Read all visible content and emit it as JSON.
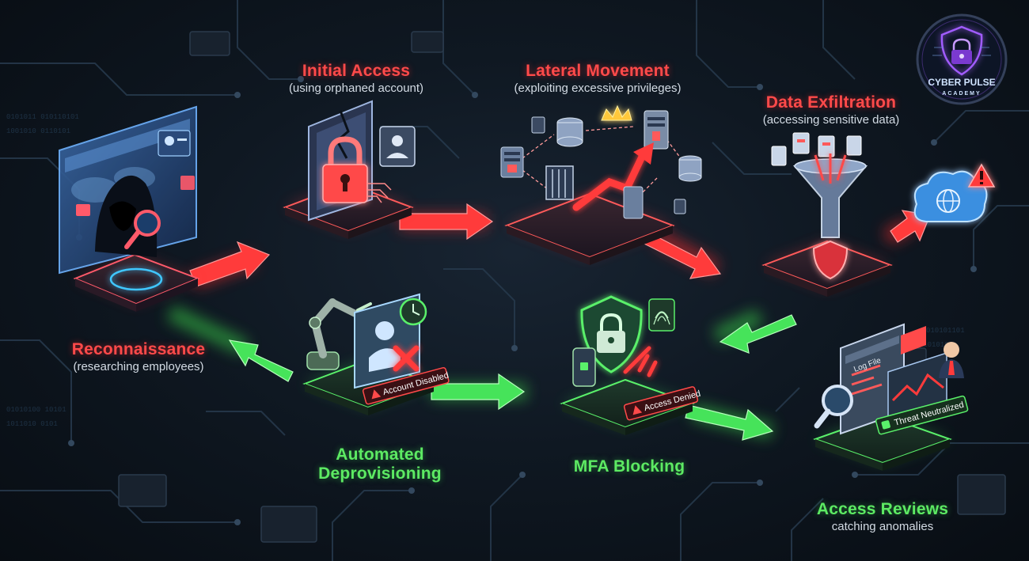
{
  "logo": {
    "line1": "CYBER PULSE",
    "line2": "ACADEMY"
  },
  "attack_path": [
    {
      "id": "reconnaissance",
      "title": "Reconnaissance",
      "subtitle": "(researching employees)"
    },
    {
      "id": "initial-access",
      "title": "Initial Access",
      "subtitle": "(using orphaned account)"
    },
    {
      "id": "lateral-movement",
      "title": "Lateral Movement",
      "subtitle": "(exploiting excessive privileges)"
    },
    {
      "id": "data-exfiltration",
      "title": "Data Exfiltration",
      "subtitle": "(accessing sensitive data)"
    }
  ],
  "defense_path": [
    {
      "id": "automated-deprovisioning",
      "title_line1": "Automated",
      "title_line2": "Deprovisioning",
      "badge": "Account Disabled"
    },
    {
      "id": "mfa-blocking",
      "title": "MFA Blocking",
      "badge": "Access Denied"
    },
    {
      "id": "access-reviews",
      "title": "Access Reviews",
      "subtitle": "catching anomalies",
      "badge": "Threat Neutralized",
      "log_label": "Log File"
    }
  ],
  "icons": {
    "recon": "hooded-hacker-magnifier-icon",
    "access": "broken-padlock-door-icon",
    "lateral": "server-network-crown-icon",
    "exfil": "funnel-shield-cloud-icon",
    "deprov": "robot-arm-user-x-icon",
    "mfa": "shield-padlock-fingerprint-icon",
    "review": "log-magnifier-chart-icon"
  },
  "colors": {
    "attack": "#ff3b3b",
    "defense": "#46e35a",
    "background": "#0f1822",
    "circuit": "#26384b",
    "logo_accent": "#a15cff"
  }
}
